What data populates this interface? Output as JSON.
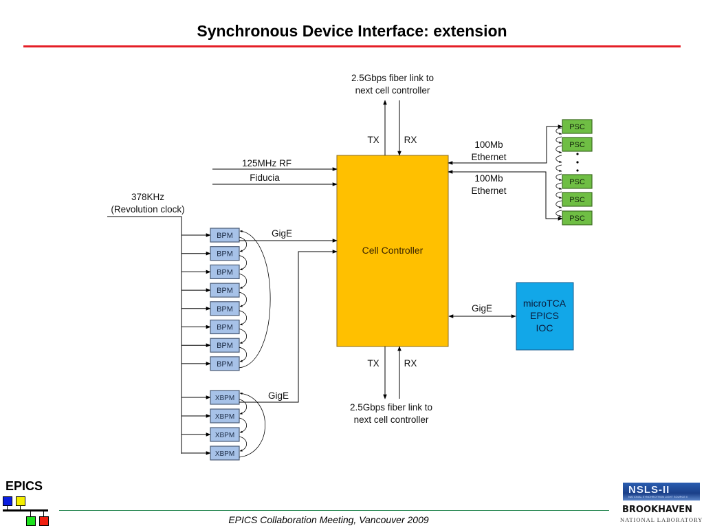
{
  "slide": {
    "title": "Synchronous Device Interface: extension",
    "accent_color": "#e41e26",
    "footer": "EPICS Collaboration Meeting, Vancouver 2009"
  },
  "diagram": {
    "cell_controller": {
      "label": "Cell Controller",
      "color": "#ffc000"
    },
    "ioc": {
      "lines": [
        "microTCA",
        "EPICS",
        "IOC"
      ],
      "color": "#12a7e8"
    },
    "top_link": {
      "lines": [
        "2.5Gbps fiber link to",
        "next cell controller"
      ],
      "tx": "TX",
      "rx": "RX"
    },
    "bottom_link": {
      "lines": [
        "2.5Gbps fiber link to",
        "next cell controller"
      ],
      "tx": "TX",
      "rx": "RX"
    },
    "inputs": {
      "rf": "125MHz RF",
      "fiducia": "Fiducia"
    },
    "revolution_clock": {
      "lines": [
        "378KHz",
        "(Revolution clock)"
      ]
    },
    "ethernet_1": {
      "lines": [
        "100Mb",
        "Ethernet"
      ]
    },
    "ethernet_2": {
      "lines": [
        "100Mb",
        "Ethernet"
      ]
    },
    "gige_bpm": "GigE",
    "gige_xbpm": "GigE",
    "gige_ioc": "GigE",
    "bpm_boxes": [
      "BPM",
      "BPM",
      "BPM",
      "BPM",
      "BPM",
      "BPM",
      "BPM",
      "BPM"
    ],
    "xbpm_boxes": [
      "XBPM",
      "XBPM",
      "XBPM",
      "XBPM"
    ],
    "psc_boxes": [
      "PSC",
      "PSC",
      "PSC",
      "PSC",
      "PSC"
    ],
    "bpm_color": "#a7c2e8",
    "psc_color": "#6fbe44"
  },
  "logos": {
    "epics": "EPICS",
    "nsls": "NSLS-II",
    "nsls_sub": "NATIONAL SYNCHROTRON LIGHT SOURCE II",
    "bnl": "BROOKHAVEN",
    "bnl_sub": "NATIONAL LABORATORY"
  }
}
